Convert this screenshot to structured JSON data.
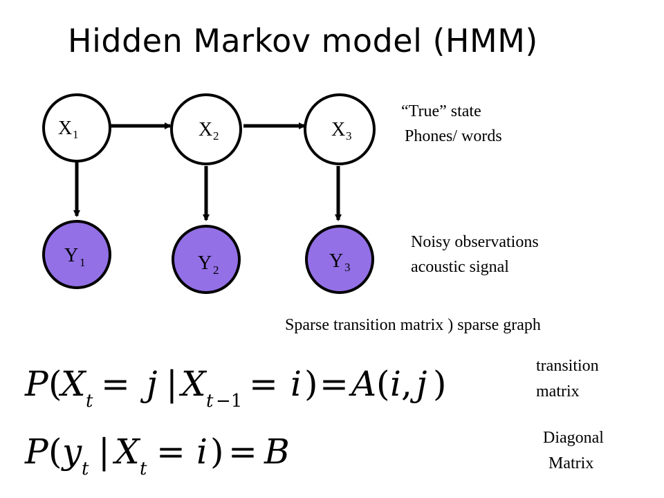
{
  "title": "Hidden Markov model (HMM)",
  "hidden_nodes": [
    {
      "letter": "X",
      "index": "1"
    },
    {
      "letter": "X",
      "index": "2"
    },
    {
      "letter": "X",
      "index": "3"
    }
  ],
  "observed_nodes": [
    {
      "letter": "Y",
      "index": "1"
    },
    {
      "letter": "Y",
      "index": "2"
    },
    {
      "letter": "Y",
      "index": "3"
    }
  ],
  "annotations": {
    "true_state": "“True”  state",
    "phones_words": "Phones/ words",
    "noisy_obs": "Noisy observations",
    "acoustic": "acoustic signal",
    "sparse": "Sparse transition matrix ) sparse graph",
    "transition": "transition",
    "matrix": "matrix",
    "diagonal": "Diagonal",
    "diag_matrix": "Matrix"
  },
  "equations": {
    "transition": "P(X_t = j | X_{t−1} = i) = A(i, j)",
    "emission": "P(y_t | X_t = i) = B"
  },
  "colors": {
    "hidden_fill": "#ffffff",
    "observed_fill": "#9370e6",
    "stroke": "#000000"
  }
}
